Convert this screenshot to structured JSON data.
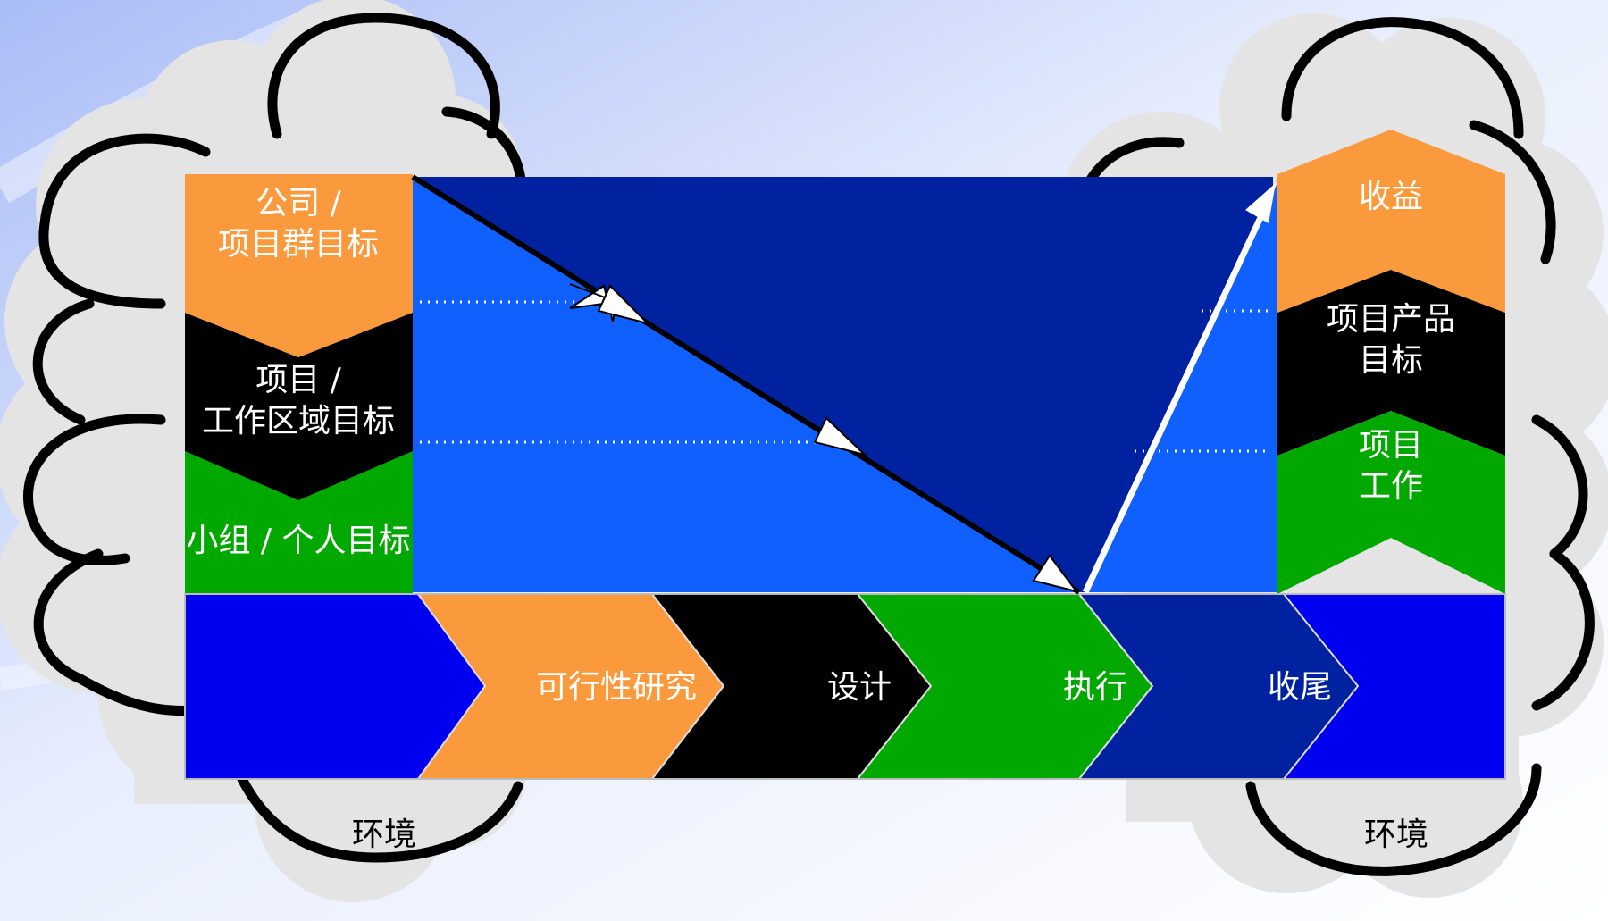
{
  "colors": {
    "orange": "#FA9A3C",
    "black": "#000000",
    "green": "#00A800",
    "royal_blue": "#0000F0",
    "navy": "#0022A0",
    "bright_blue": "#1060FF",
    "cloud_fill": "#E4E4E4",
    "cloud_outline": "#000000",
    "text_light": "#FFFFFF",
    "text_dark": "#000000"
  },
  "left_goals": {
    "company": "公司 /\n项目群目标",
    "project": "项目 /\n工作区域目标",
    "team": "小组 / 个人目标"
  },
  "right_outcomes": {
    "benefits": "收益",
    "product": "项目产品\n目标",
    "work": "项目\n工作"
  },
  "phases": [
    "可行性研究",
    "设计",
    "执行",
    "收尾"
  ],
  "environment": {
    "left": "环境",
    "right": "环境"
  }
}
